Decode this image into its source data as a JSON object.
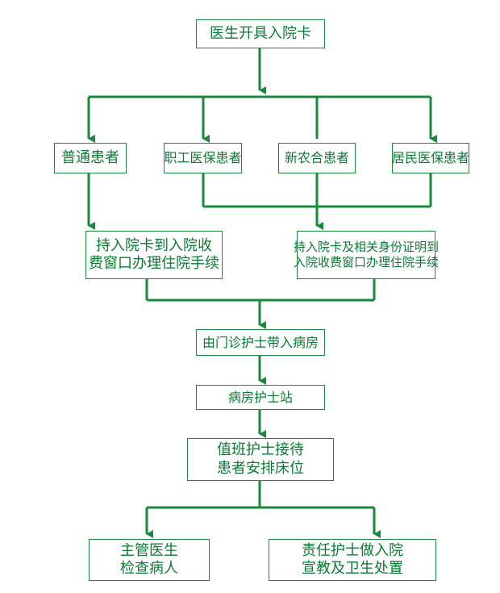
{
  "colors": {
    "line": "#1a8a3a",
    "text": "#0b7a33",
    "box_border": "#1a8a3a"
  },
  "nodes": {
    "doctor_card": "医生开具入院卡",
    "ordinary": "普通患者",
    "worker_insurance": "职工医保患者",
    "rural": "新农合患者",
    "resident_insurance": "居民医保患者",
    "left_procedure": {
      "line1": "持入院卡到入院收",
      "line2": "费窗口办理住院手续"
    },
    "right_procedure": {
      "line1": "持入院卡及相关身份证明到",
      "line2": "入院收费窗口办理住院手续"
    },
    "nurse_escort": "由门诊护士带入病房",
    "nurse_station": "病房护士站",
    "duty_nurse": {
      "line1": "值班护士接待",
      "line2": "患者安排床位"
    },
    "attending_doctor": {
      "line1": "主管医生",
      "line2": "检查病人"
    },
    "responsible_nurse": {
      "line1": "责任护士做入院",
      "line2": "宣教及卫生处置"
    }
  }
}
